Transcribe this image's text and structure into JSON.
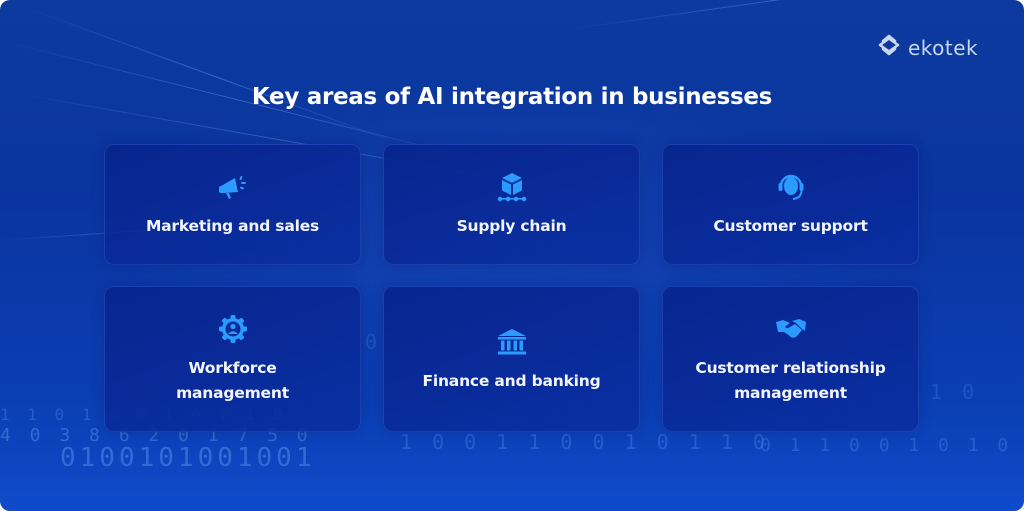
{
  "brand": {
    "name": "ekotek",
    "icon": "ekotek-logo-icon"
  },
  "title": "Key areas of AI integration in businesses",
  "colors": {
    "background": "#0a38a8",
    "card": "#0a2d96",
    "icon_accent": "#2b9bff",
    "text": "#ffffff",
    "logo_text": "#c9d6f2"
  },
  "cards": [
    {
      "label": "Marketing and sales",
      "icon": "megaphone-icon"
    },
    {
      "label": "Supply chain",
      "icon": "package-conveyor-icon"
    },
    {
      "label": "Customer support",
      "icon": "headset-icon"
    },
    {
      "label": "Workforce management",
      "icon": "user-gear-icon"
    },
    {
      "label": "Finance and banking",
      "icon": "bank-icon"
    },
    {
      "label": "Customer relationship management",
      "icon": "handshake-icon"
    }
  ]
}
